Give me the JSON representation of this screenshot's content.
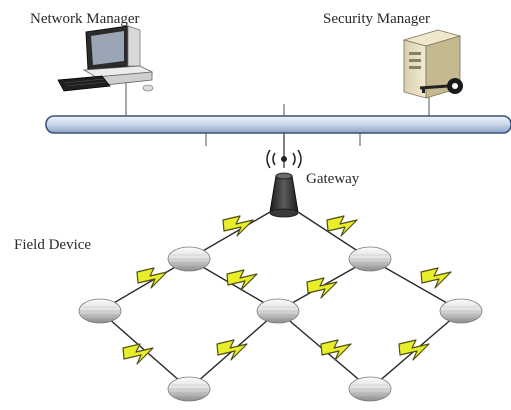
{
  "labels": {
    "network_manager": "Network Manager",
    "security_manager": "Security Manager",
    "gateway": "Gateway",
    "field_device": "Field Device"
  },
  "icons": {
    "network_manager": "desktop-computer-icon",
    "security_manager": "server-with-key-icon",
    "gateway": "wireless-gateway-icon",
    "field_device": "field-device-node-icon",
    "wireless_link": "lightning-bolt-icon"
  },
  "colors": {
    "bus_fill": "#c9d6ea",
    "bus_stroke": "#3b5278",
    "bolt_fill": "#e8ee2a",
    "bolt_stroke": "#505018",
    "node_light": "#f4f4f4",
    "node_dark": "#8c8c8c",
    "gateway_body": "#2e2e2e"
  }
}
